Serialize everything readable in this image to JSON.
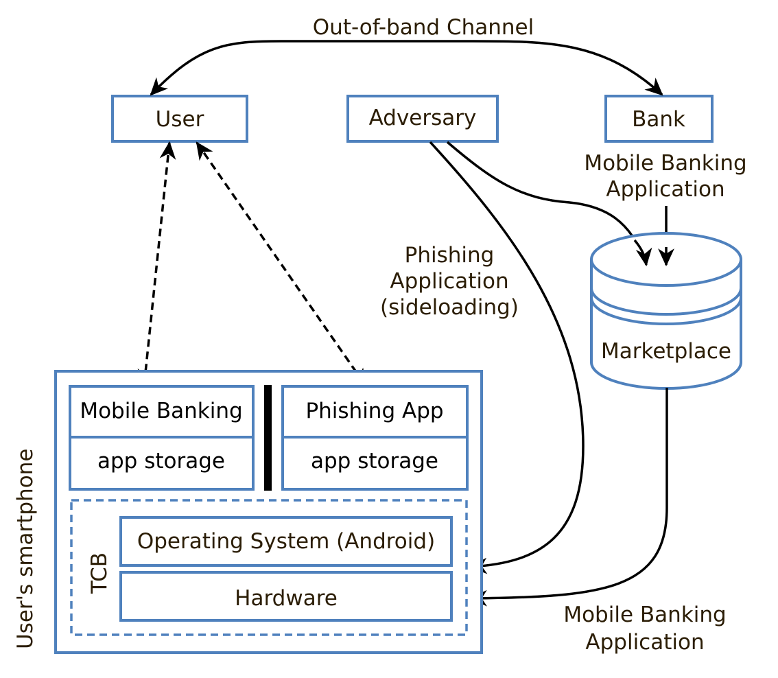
{
  "diagram": {
    "colors": {
      "box_stroke": "#4f81bd",
      "text": "#2b1d05",
      "arrow": "#000000"
    },
    "nodes": {
      "user": "User",
      "adversary": "Adversary",
      "bank": "Bank",
      "marketplace": "Marketplace",
      "mobile_banking_app": "Mobile Banking",
      "mobile_banking_storage": "app storage",
      "phishing_app": "Phishing App",
      "phishing_storage": "app storage",
      "os": "Operating System (Android)",
      "hardware": "Hardware",
      "tcb": "TCB",
      "smartphone": "User's smartphone"
    },
    "edge_labels": {
      "out_of_band": "Out-of-band Channel",
      "bank_to_market_line1": "Mobile Banking",
      "bank_to_market_line2": "Application",
      "phishing_line1": "Phishing",
      "phishing_line2": "Application",
      "phishing_line3": "(sideloading)",
      "market_to_phone_line1": "Mobile Banking",
      "market_to_phone_line2": "Application"
    },
    "edges": [
      {
        "from": "user",
        "to": "bank",
        "label": "Out-of-band Channel",
        "style": "solid",
        "direction": "both"
      },
      {
        "from": "user",
        "to": "mobile_banking_app",
        "style": "dashed",
        "direction": "both"
      },
      {
        "from": "user",
        "to": "phishing_app",
        "style": "dashed",
        "direction": "both"
      },
      {
        "from": "adversary",
        "to": "marketplace",
        "style": "solid",
        "direction": "forward"
      },
      {
        "from": "bank",
        "to": "marketplace",
        "label": "Mobile Banking Application",
        "style": "solid",
        "direction": "forward"
      },
      {
        "from": "adversary",
        "to": "tcb",
        "label": "Phishing Application (sideloading)",
        "style": "solid",
        "direction": "forward"
      },
      {
        "from": "marketplace",
        "to": "tcb",
        "label": "Mobile Banking Application",
        "style": "solid",
        "direction": "forward"
      }
    ]
  }
}
